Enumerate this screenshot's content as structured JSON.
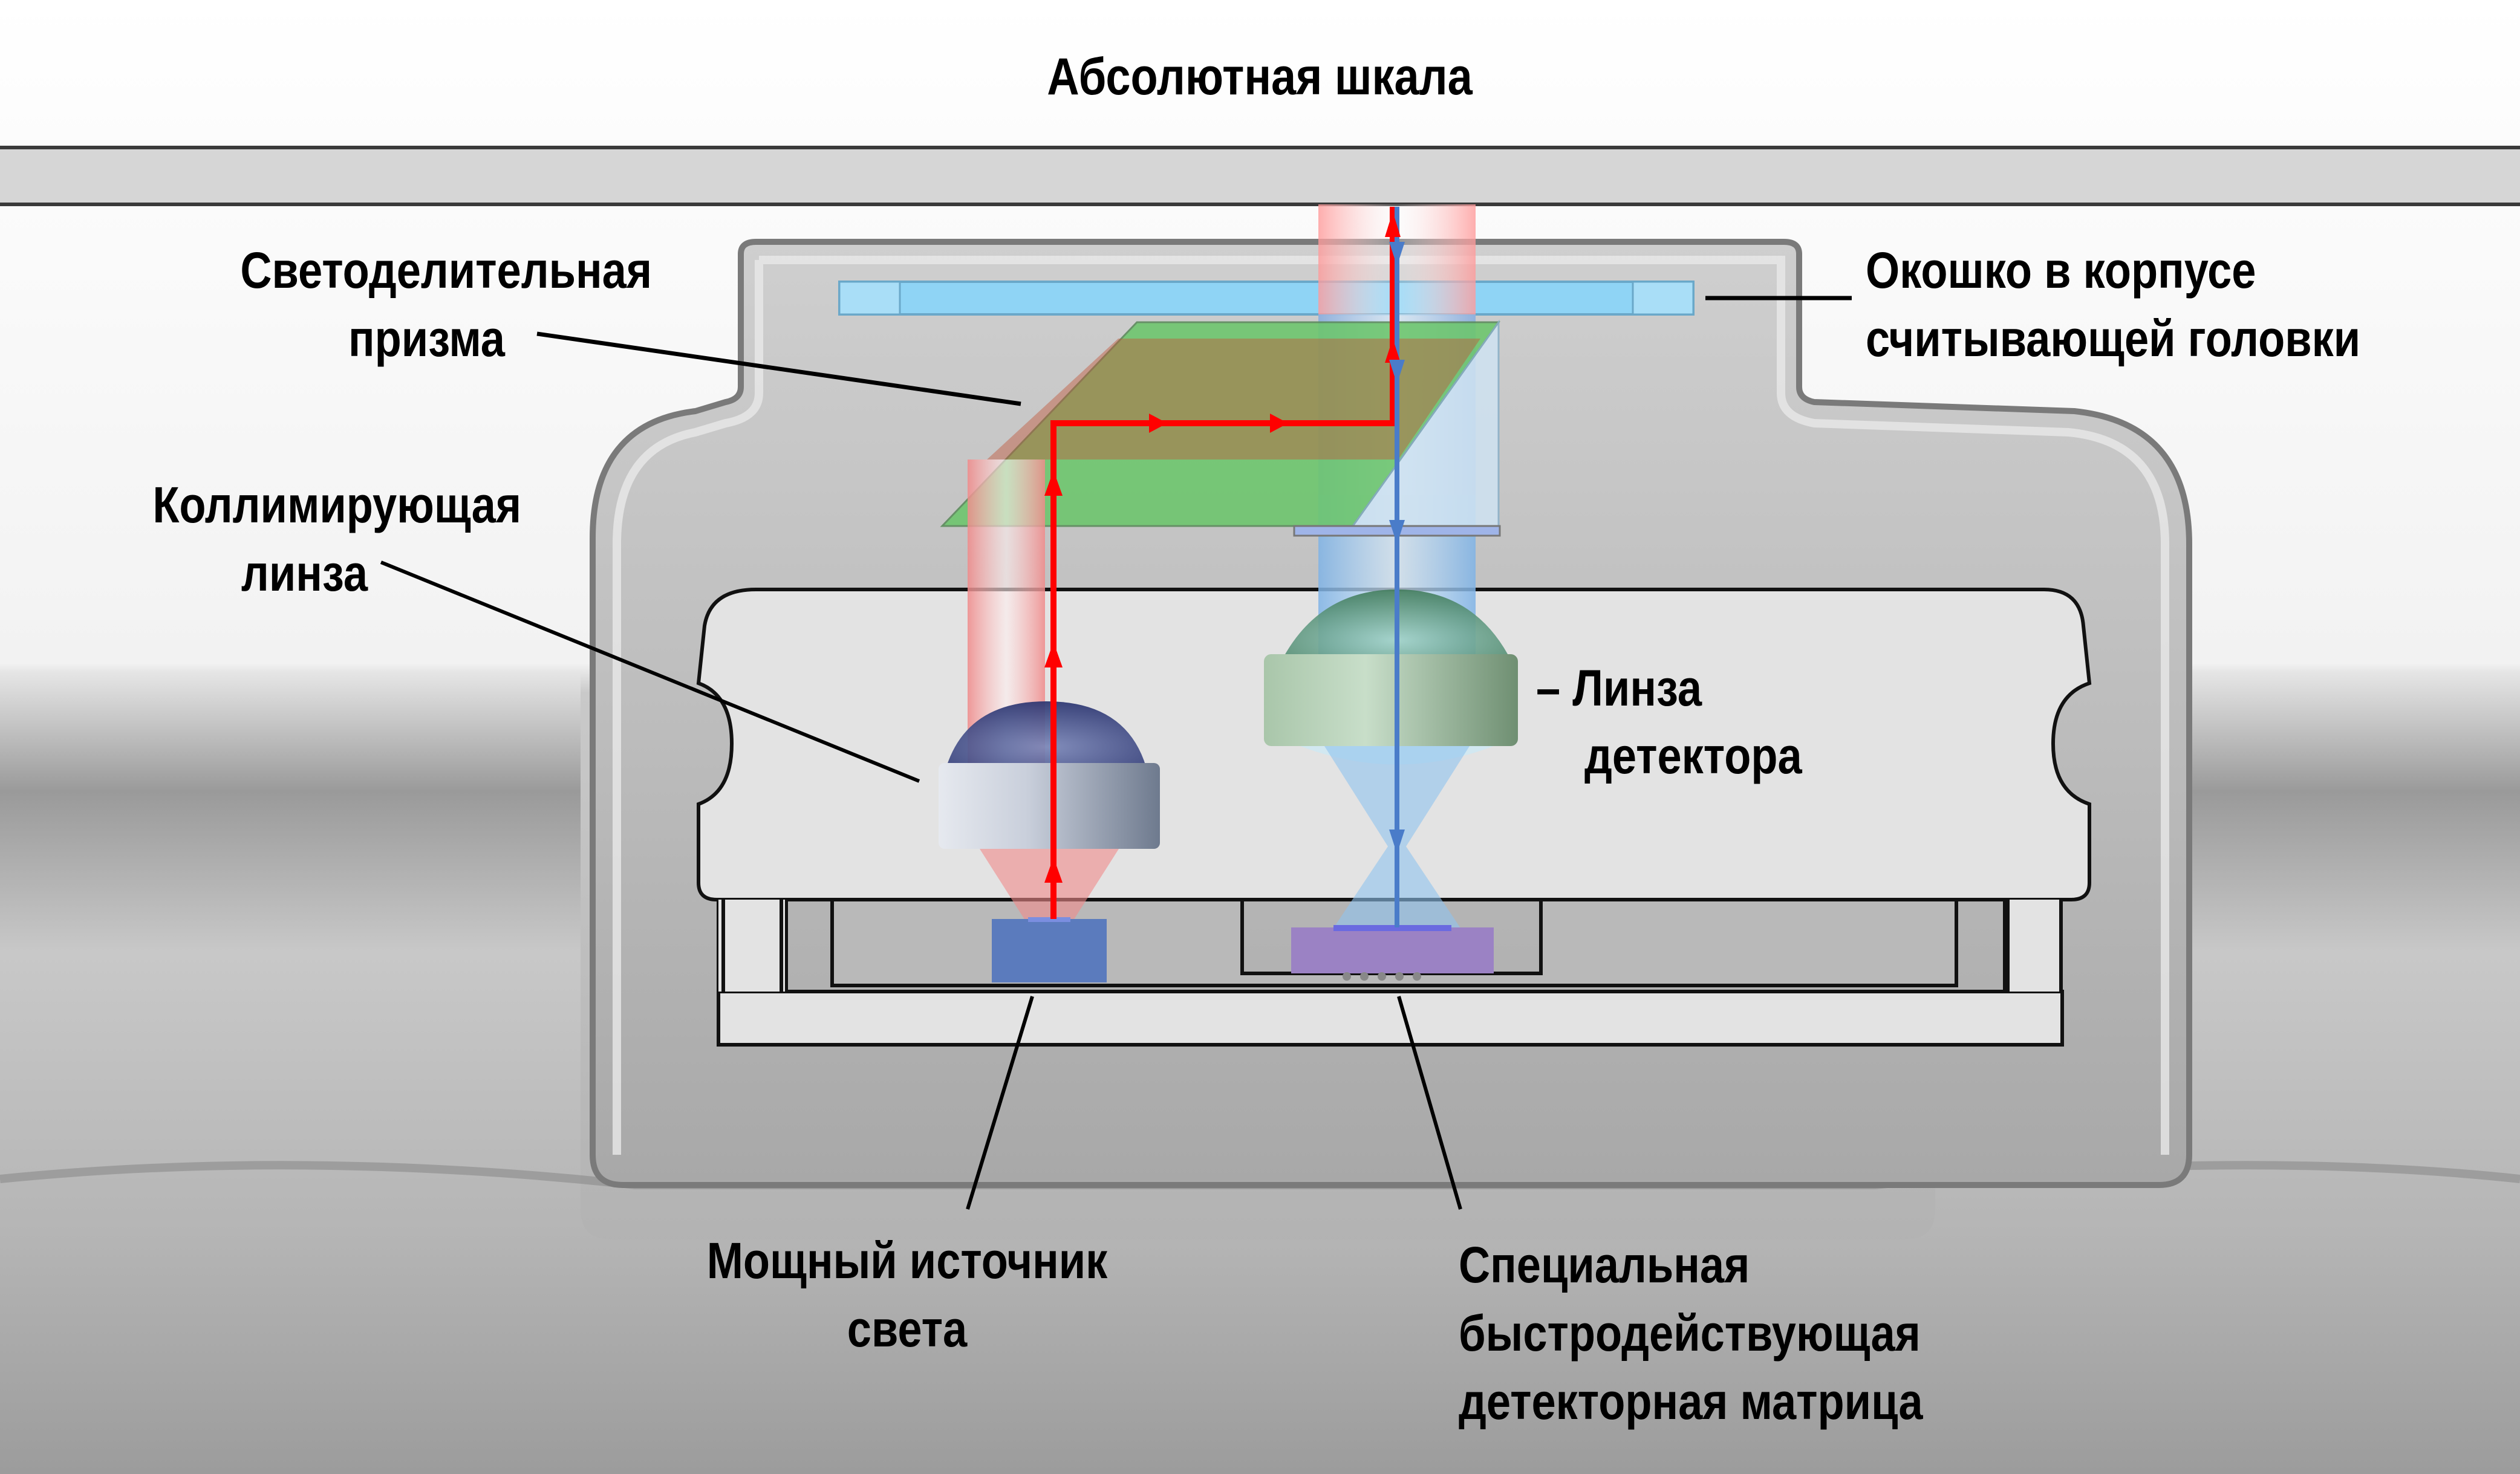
{
  "diagram": {
    "title": "Абсолютная шкала",
    "labels": {
      "beam_splitter": [
        "Светоделительная",
        "призма"
      ],
      "window": [
        "Окошко в корпусе",
        "считывающей головки"
      ],
      "collimating_lens": [
        "Коллимирующая",
        "линза"
      ],
      "detector_lens": [
        "– Линза",
        "детектора"
      ],
      "light_source": [
        "Мощный источник",
        "света"
      ],
      "detector_array": [
        "Специальная",
        "быстродействующая",
        "детекторная матрица"
      ]
    },
    "beams": {
      "outgoing": {
        "color": "#ff0000",
        "direction": "up"
      },
      "returning": {
        "color": "#4a7cc9",
        "direction": "down"
      }
    },
    "colors": {
      "scale": "#d6d6d6",
      "window": "#8fd4f5",
      "prism": "#6cc66c",
      "source": "#5b7bbd",
      "detector": "#9b82c4",
      "collimating_lens_barrel": "#c8cdd8",
      "detector_lens_barrel": "#b7d3b8"
    }
  }
}
